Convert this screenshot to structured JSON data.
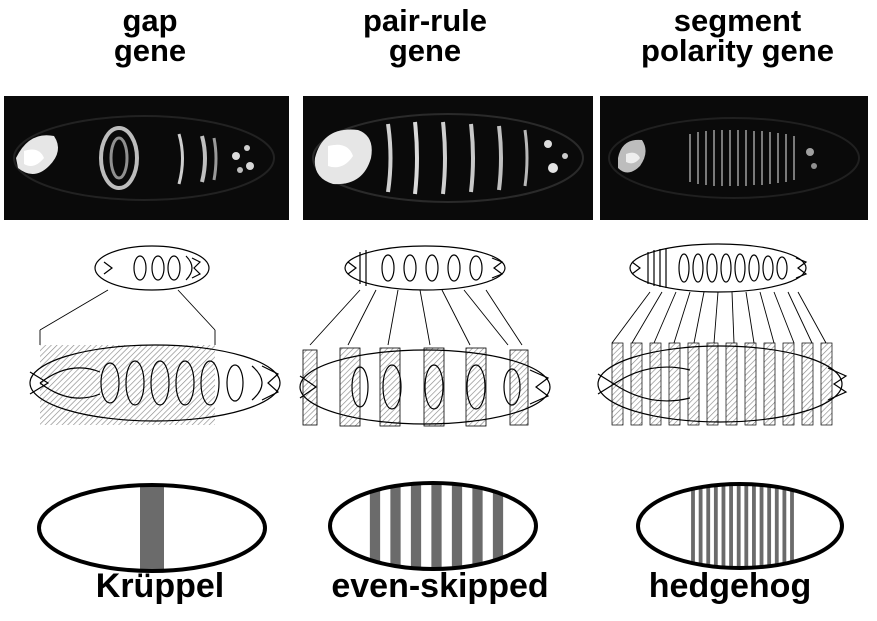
{
  "columns": [
    {
      "id": "gap",
      "title_lines": [
        "gap",
        "gene"
      ],
      "gene_name": "Krüppel",
      "stripe_count": 1,
      "stripe_color": "#6b6b6b"
    },
    {
      "id": "pair-rule",
      "title_lines": [
        "pair-rule",
        "gene"
      ],
      "gene_name": "even-skipped",
      "stripe_count": 7,
      "stripe_color": "#6b6b6b"
    },
    {
      "id": "segment-polarity",
      "title_lines": [
        "segment",
        "polarity gene"
      ],
      "gene_name": "hedgehog",
      "stripe_count": 14,
      "stripe_color": "#6b6b6b"
    }
  ],
  "colors": {
    "background": "#ffffff",
    "photo_background": "#0a0a0a",
    "stain": "#d8d8d8",
    "outline": "#000000"
  }
}
